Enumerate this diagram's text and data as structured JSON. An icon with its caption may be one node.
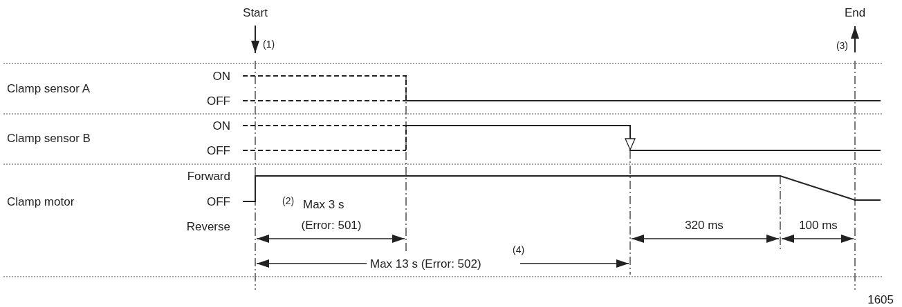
{
  "diagram": {
    "labels": [
      "Start",
      "End",
      "(1)",
      "(3)",
      "Clamp sensor A",
      "ON",
      "OFF",
      "Clamp sensor B",
      "ON",
      "OFF",
      "Clamp motor",
      "Forward",
      "OFF",
      "Reverse",
      "(2)",
      "Max 3 s",
      "(Error: 501)",
      "320 ms",
      "100 ms",
      "Max 13 s (Error: 502)",
      "(4)",
      "1605"
    ]
  }
}
